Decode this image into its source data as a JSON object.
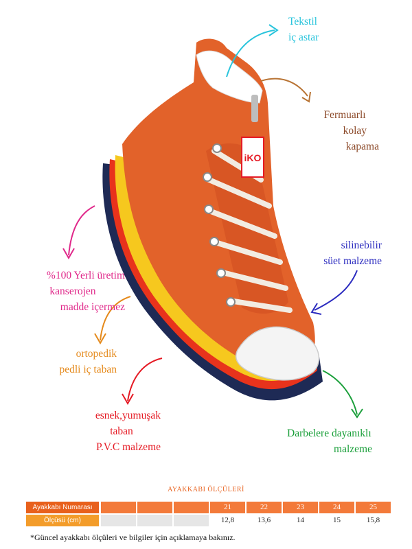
{
  "colors": {
    "tekstil": "#29c4dc",
    "fermuar": "#b87333",
    "yerli": "#e0288a",
    "ortopedik": "#e58a1c",
    "esnek": "#e51a24",
    "suet": "#2b2bbf",
    "darbe": "#1a9f3a",
    "table_head_numara": "#e8601c",
    "table_head_olcu": "#f39c2a",
    "table_numara_cell": "#f37a3a",
    "table_olcu_cell": "#e6e6e6",
    "shoe_orange": "#e2622a",
    "title_text": "#e8601c"
  },
  "labels": {
    "tekstil": [
      "Tekstil",
      "iç astar"
    ],
    "fermuar": [
      "Fermuarlı",
      "kolay",
      "kapama"
    ],
    "yerli": [
      "%100 Yerli üretim",
      "kanserojen",
      "madde içermez"
    ],
    "ortopedik": [
      "ortopedik",
      "pedli iç taban"
    ],
    "esnek": [
      "esnek,yumuşak",
      "taban",
      "P.V.C  malzeme"
    ],
    "suet": [
      "silinebilir",
      "süet malzeme"
    ],
    "darbe": [
      "Darbelere dayanıklı",
      "malzeme"
    ]
  },
  "brand": {
    "logo_text": "iKO"
  },
  "size_table": {
    "title": "AYAKKABI ÖLÇÜLERİ",
    "row1_header": "Ayakkabı Numarası",
    "row2_header": "Ölçüsü (cm)",
    "sizes": [
      "",
      "",
      "",
      "21",
      "22",
      "23",
      "24",
      "25"
    ],
    "lengths": [
      "",
      "",
      "",
      "12,8",
      "13,6",
      "14",
      "15",
      "15,8"
    ]
  },
  "footnote": "*Güncel ayakkabı ölçüleri ve bilgiler için açıklamaya bakınız."
}
